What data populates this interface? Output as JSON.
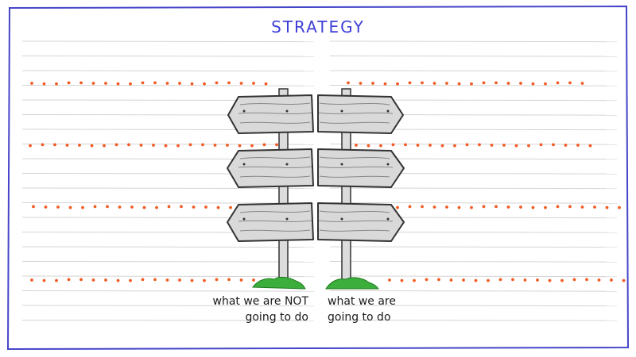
{
  "title": "STRATEGY",
  "colors": {
    "frame": "#4545c9",
    "title": "#3f3fd8",
    "dots": "#f15a22",
    "ruled_lines": "#d4d4d4",
    "sign_fill": "#d9d9d9",
    "sign_stroke": "#333333",
    "grass": "#3cae3c"
  },
  "left_column": {
    "caption_line1": "what we are NOT",
    "caption_line2": "going to do",
    "signs": [
      {
        "direction": "left"
      },
      {
        "direction": "left"
      },
      {
        "direction": "left"
      }
    ]
  },
  "right_column": {
    "caption_line1": "what we are",
    "caption_line2": "going to do",
    "signs": [
      {
        "direction": "right"
      },
      {
        "direction": "right"
      },
      {
        "direction": "right"
      }
    ]
  },
  "icons": [
    "signpost-left-icon",
    "signpost-right-icon",
    "grass-icon"
  ]
}
